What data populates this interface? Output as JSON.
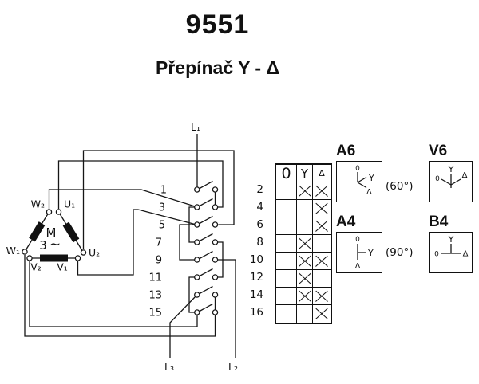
{
  "title": "9551",
  "subtitle": "Přepínač Y - Δ",
  "circuit": {
    "phase_lines": {
      "l1": "L₁",
      "l2": "L₂",
      "l3": "L₃"
    },
    "motor": {
      "m": "M",
      "phases": "3",
      "sine": "∼",
      "w2": "W₂",
      "u1": "U₁",
      "w1": "W₁",
      "u2": "U₂",
      "v2": "V₂",
      "v1": "V₁"
    },
    "contacts": [
      "1",
      "3",
      "5",
      "7",
      "9",
      "11",
      "13",
      "15"
    ]
  },
  "table": {
    "header": [
      "0",
      "Y",
      "Δ"
    ],
    "rows": [
      {
        "contact": "2",
        "marks": [
          false,
          true,
          true
        ]
      },
      {
        "contact": "4",
        "marks": [
          false,
          false,
          true
        ]
      },
      {
        "contact": "6",
        "marks": [
          false,
          false,
          true
        ]
      },
      {
        "contact": "8",
        "marks": [
          false,
          true,
          false
        ]
      },
      {
        "contact": "10",
        "marks": [
          false,
          true,
          true
        ]
      },
      {
        "contact": "12",
        "marks": [
          false,
          true,
          false
        ]
      },
      {
        "contact": "14",
        "marks": [
          false,
          true,
          true
        ]
      },
      {
        "contact": "16",
        "marks": [
          false,
          false,
          true
        ]
      }
    ]
  },
  "positions": {
    "labels": {
      "off": "0",
      "star": "Y",
      "delta": "Δ"
    },
    "boxes": [
      {
        "id": "A6",
        "note": "(60°)"
      },
      {
        "id": "V6",
        "note": ""
      },
      {
        "id": "A4",
        "note": "(90°)"
      },
      {
        "id": "B4",
        "note": ""
      }
    ]
  },
  "colors": {
    "ink": "#111111",
    "background": "#ffffff"
  }
}
